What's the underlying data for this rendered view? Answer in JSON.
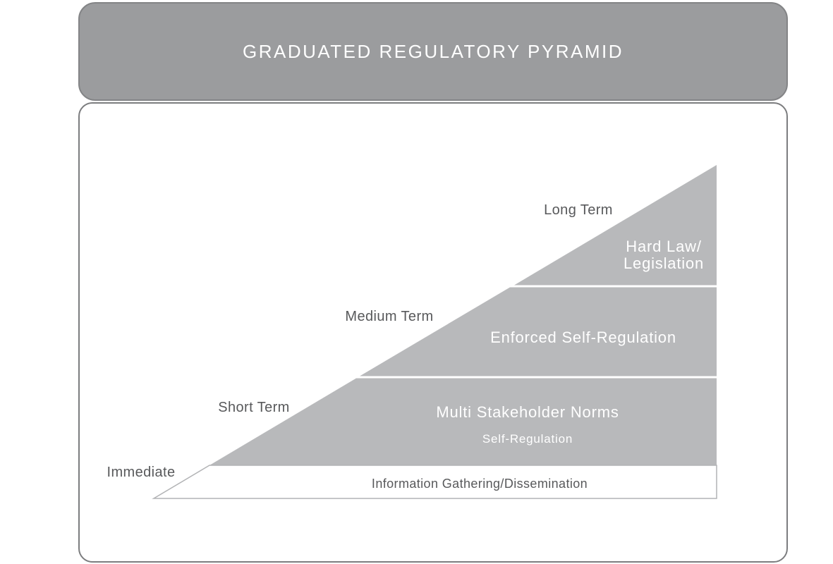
{
  "header": {
    "title": "GRADUATED REGULATORY PYRAMID"
  },
  "pyramid": {
    "time_labels": [
      "Long Term",
      "Medium Term",
      "Short Term",
      "Immediate"
    ],
    "layers": [
      {
        "label_line1": "Hard Law/",
        "label_line2": "Legislation"
      },
      {
        "label": "Enforced Self-Regulation"
      },
      {
        "label": "Multi Stakeholder Norms",
        "sublabel": "Self-Regulation"
      },
      {
        "label": "Information Gathering/Dissemination"
      }
    ]
  },
  "colors": {
    "banner_gray": "#9b9c9e",
    "layer_gray": "#b8b9bb",
    "text_dark": "#58595b",
    "text_light": "#ffffff",
    "panel_border": "#7c7d7f",
    "base_outline": "#b2b3b5"
  }
}
